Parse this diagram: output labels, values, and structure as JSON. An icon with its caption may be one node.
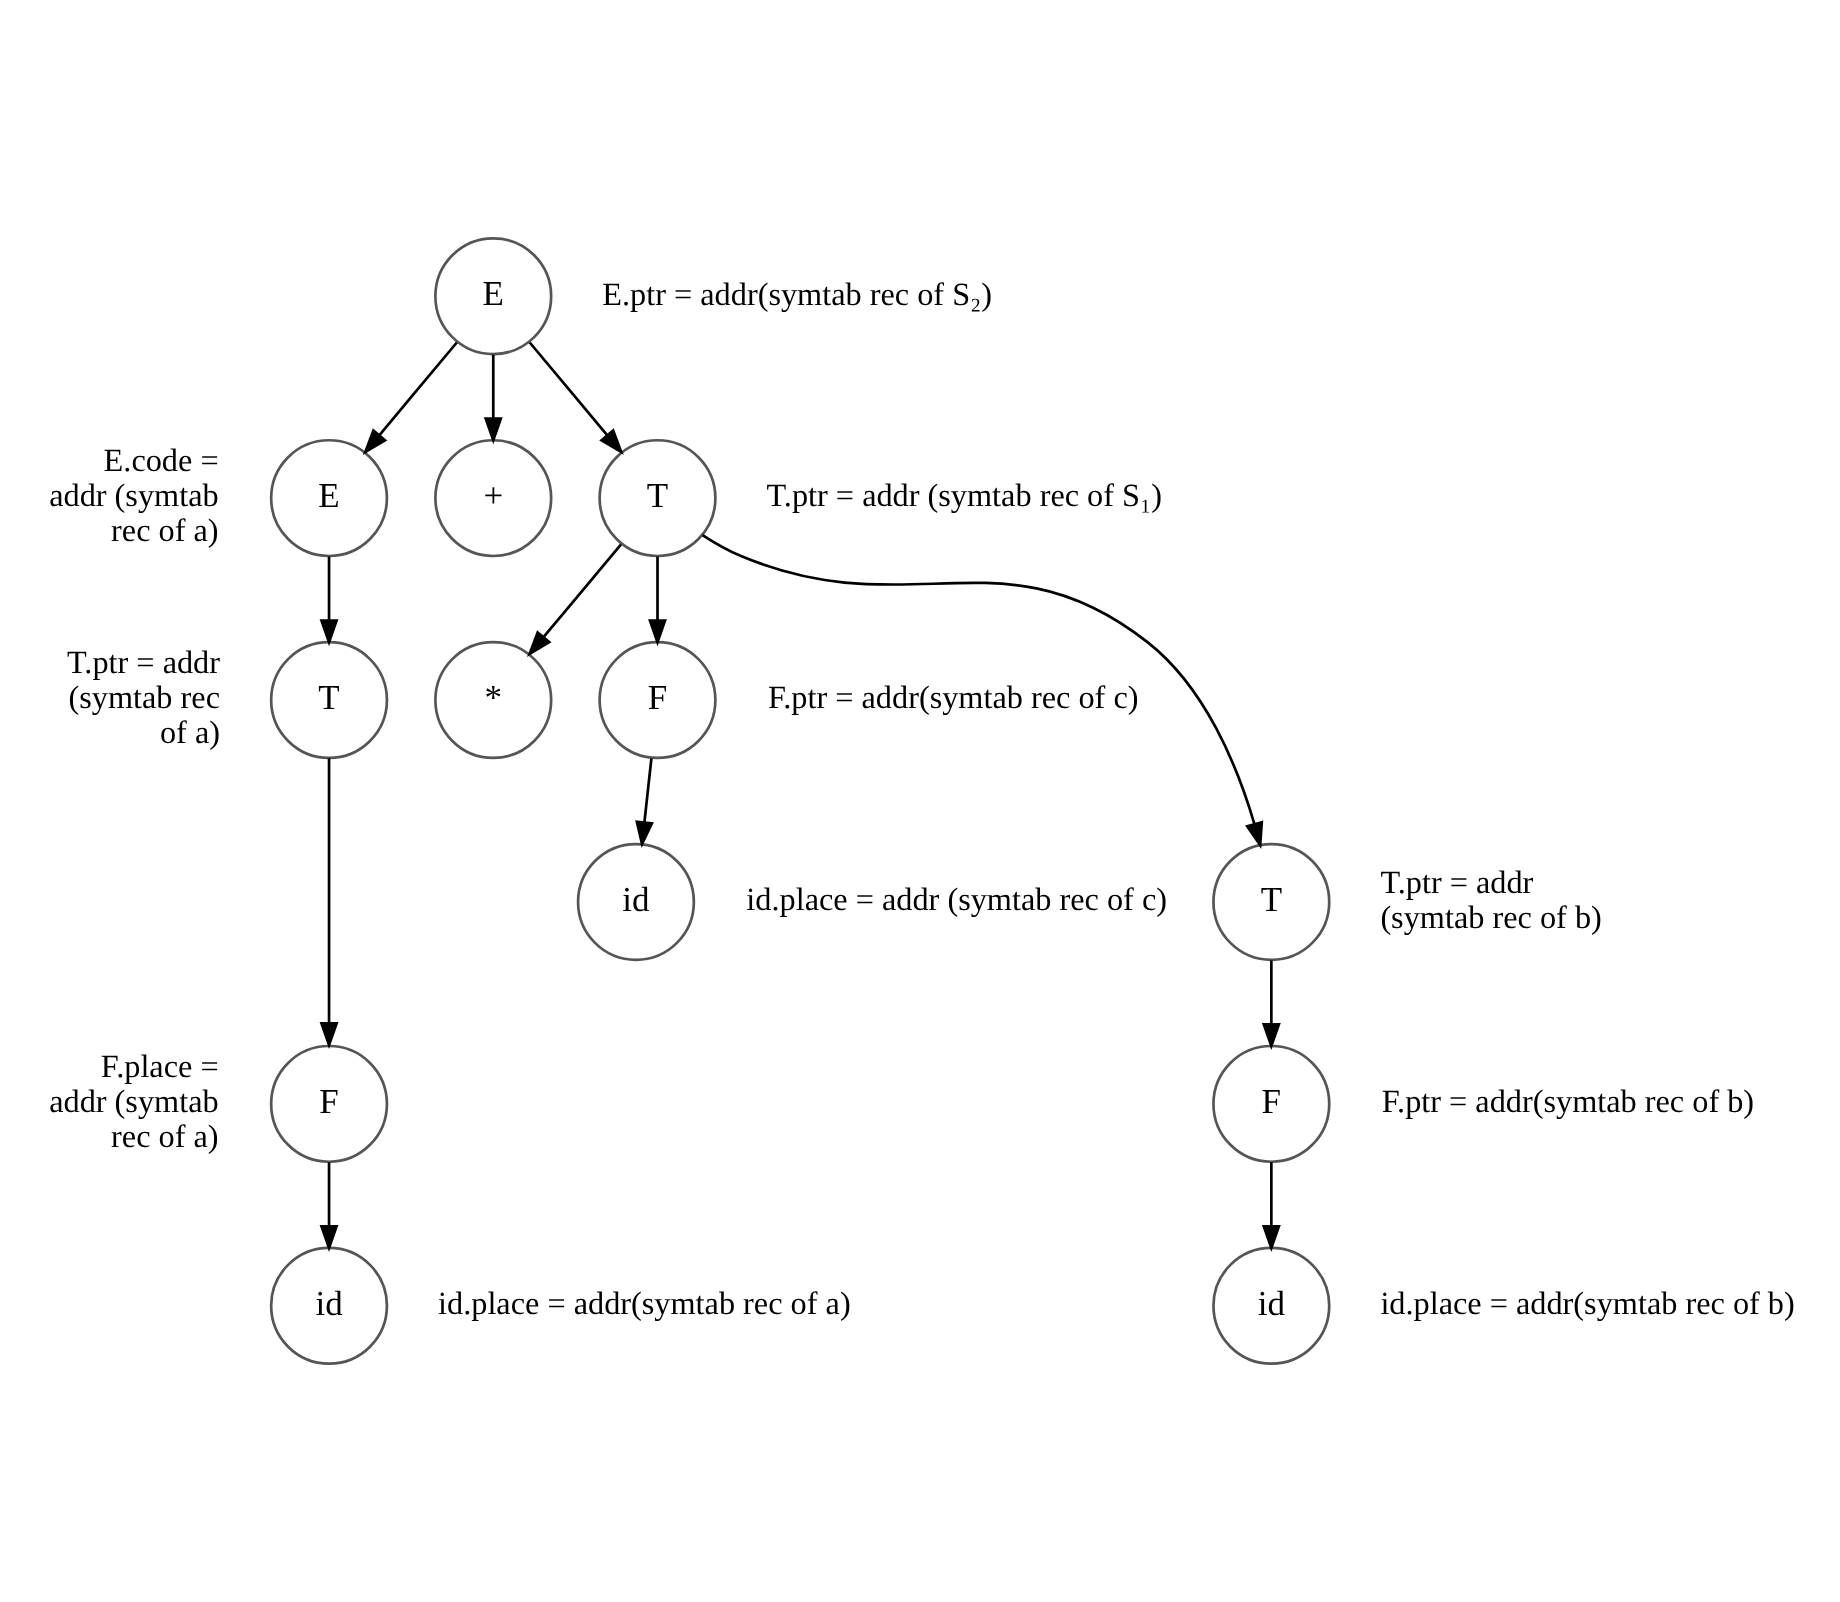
{
  "diagram": {
    "nodes": [
      {
        "text": [
          "E"
        ],
        "beside": [
          "E.ptr = addr(symtab rec of S₂)"
        ]
      },
      {
        "text": [
          "E"
        ],
        "beside": [
          "E.code = addr (symtab rec of a)"
        ]
      },
      {
        "text": [
          "+"
        ]
      },
      {
        "text": [
          "T"
        ],
        "beside": [
          "T.ptr = addr (symtab rec of S₁)"
        ]
      },
      {
        "text": [
          "T"
        ],
        "beside": [
          "T.ptr = addr (symtab rec of a)"
        ]
      },
      {
        "text": [
          "*"
        ]
      },
      {
        "text": [
          "F"
        ],
        "beside": [
          "F.ptr = addr(symtab rec of c)"
        ]
      },
      {
        "text": [
          "T"
        ],
        "beside": [
          "T.ptr = addr (symtab rec of b)"
        ]
      },
      {
        "text": [
          "id"
        ],
        "beside": [
          "id.place = addr (symtab rec of c)"
        ]
      },
      {
        "text": [
          "F"
        ],
        "beside": [
          "F.place = addr (symtab rec of a)"
        ]
      },
      {
        "text": [
          "F"
        ],
        "beside": [
          "F.ptr = addr(symtab rec of b)"
        ]
      },
      {
        "text": [
          "id"
        ],
        "beside": [
          "id.place = addr(symtab rec of a)"
        ]
      },
      {
        "text": [
          "id"
        ],
        "beside": [
          "id.place = addr(symtab rec of b)"
        ]
      }
    ],
    "edges": [
      {
        "from": 0,
        "to": 1,
        "arrow": "to"
      },
      {
        "from": 0,
        "to": 2,
        "arrow": "to"
      },
      {
        "from": 0,
        "to": 3,
        "arrow": "to"
      },
      {
        "from": 1,
        "to": 4,
        "arrow": "to"
      },
      {
        "from": 3,
        "to": 7,
        "arrow": "to"
      },
      {
        "from": 3,
        "to": 5,
        "arrow": "to"
      },
      {
        "from": 3,
        "to": 6,
        "arrow": "to"
      },
      {
        "from": 4,
        "to": 9,
        "arrow": "to"
      },
      {
        "from": 6,
        "to": 8,
        "arrow": "to"
      },
      {
        "from": 7,
        "to": 10,
        "arrow": "to"
      },
      {
        "from": 9,
        "to": 11,
        "arrow": "to"
      },
      {
        "from": 10,
        "to": 12,
        "arrow": "to"
      }
    ]
  }
}
